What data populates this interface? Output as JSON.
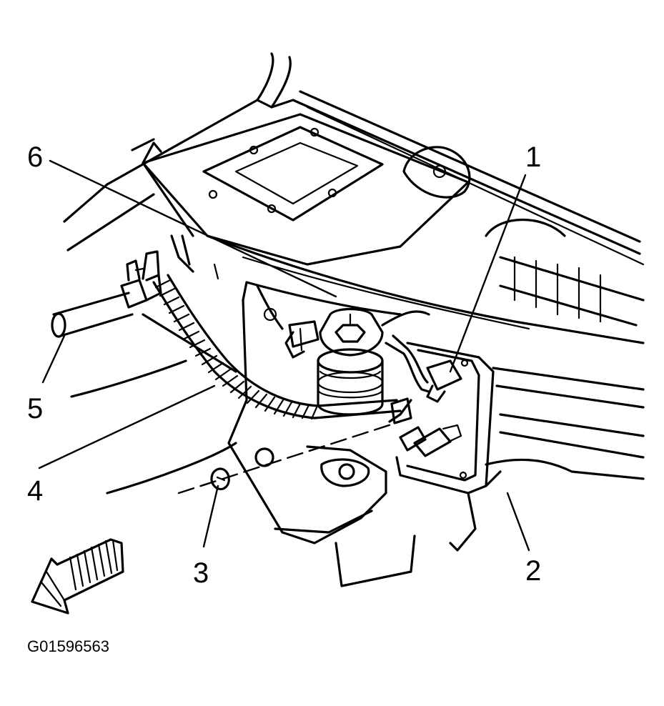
{
  "callouts": [
    "1",
    "2",
    "3",
    "4",
    "5",
    "6"
  ],
  "figure_id": "G01596563",
  "colors": {
    "ink": "#000000",
    "paper": "#ffffff"
  }
}
